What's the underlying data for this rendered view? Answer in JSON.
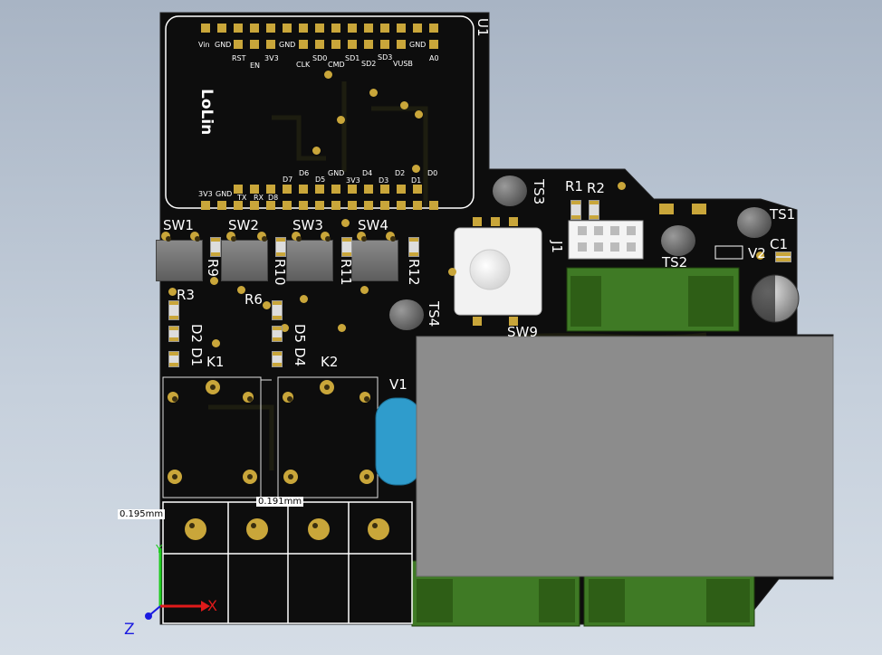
{
  "module": {
    "name": "LoLin",
    "ref": "U1"
  },
  "header_top_pins": [
    "Vin",
    "GND",
    "GND",
    "GND",
    "A0"
  ],
  "header_top_row2": [
    "RST",
    "EN",
    "3V3",
    "CLK",
    "SD0",
    "CMD",
    "SD1",
    "SD2",
    "SD3",
    "VUSB"
  ],
  "header_bottom_pins": [
    "3V3",
    "GND",
    "TX",
    "RX",
    "D8",
    "D7",
    "D6",
    "D5",
    "GND",
    "3V3",
    "D4",
    "D3",
    "D2",
    "D1",
    "D0"
  ],
  "switches": [
    "SW1",
    "SW2",
    "SW3",
    "SW4"
  ],
  "resistors": [
    "R9",
    "R10",
    "R11",
    "R12",
    "R3",
    "R6",
    "R1",
    "R2"
  ],
  "diodes": [
    "D2",
    "D1",
    "D5",
    "D4"
  ],
  "relays": [
    "K1",
    "K2"
  ],
  "others": {
    "ts1": "TS1",
    "ts2": "TS2",
    "ts3": "TS3",
    "ts4": "TS4",
    "sw9": "SW9",
    "j1": "J1",
    "v1": "V1",
    "v2": "V2",
    "c1": "C1"
  },
  "measure": {
    "vertical": "0.195mm",
    "horizontal": "0.191mm"
  },
  "axes": {
    "x": "X",
    "y": "Y",
    "z": "Z"
  },
  "colors": {
    "board": "#0d0d0d",
    "pad": "#c9a63a",
    "silk": "#ffffff",
    "transformer": "#8c8c8c",
    "terminal": "#3f7a25",
    "capacitor": "#2f9ccc"
  }
}
